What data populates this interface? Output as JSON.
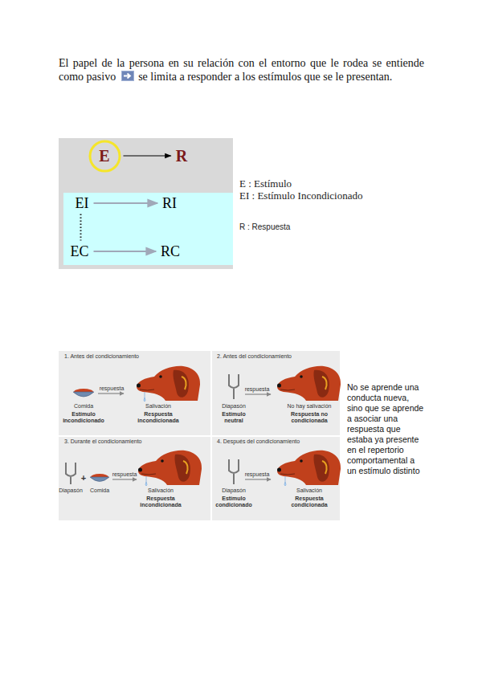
{
  "diagram": {
    "nodes": [
      {
        "text": [
          "E"
        ]
      },
      {
        "text": [
          "R"
        ]
      },
      {
        "text": [
          "EI"
        ]
      },
      {
        "text": [
          "RI"
        ]
      },
      {
        "text": [
          "EC"
        ]
      },
      {
        "text": [
          "RC"
        ]
      }
    ],
    "edges": [
      {
        "from": 0,
        "to": 1,
        "arrow": "to"
      },
      {
        "from": 2,
        "to": 3,
        "arrow": "to"
      },
      {
        "from": 4,
        "to": 5,
        "arrow": "to"
      },
      {
        "from": 2,
        "to": 4,
        "arrow": "none"
      }
    ],
    "labels": [
      "El papel de la persona en su relación con el entorno que le rodea se entiende como pasivo",
      "se limita a responder a los estímulos que se le presentan.",
      "E : Estímulo",
      "EI : Estímulo Incondicionado",
      "R : Respuesta",
      "1. Antes del condicionamiento",
      "respuesta",
      "Comida",
      "Estímulo incondicionado",
      "Salivación",
      "Respuesta incondicionada",
      "2. Antes del condicionamiento",
      "respuesta",
      "Diapasón",
      "Estímulo neutral",
      "No hay salivación",
      "Respuesta no condicionada",
      "3. Durante el condicionamiento",
      "Diapasón",
      "+",
      "Comida",
      "respuesta",
      "Salivación",
      "Respuesta incondicionada",
      "4. Después del condicionamiento",
      "Diapasón",
      "respuesta",
      "Salivación",
      "Estímulo condicionado",
      "Respuesta condicionada",
      "No se aprende una conducta nueva, sino que se aprende a asociar una respuesta que estaba ya presente en el repertorio comportamental a un estímulo distinto"
    ]
  }
}
